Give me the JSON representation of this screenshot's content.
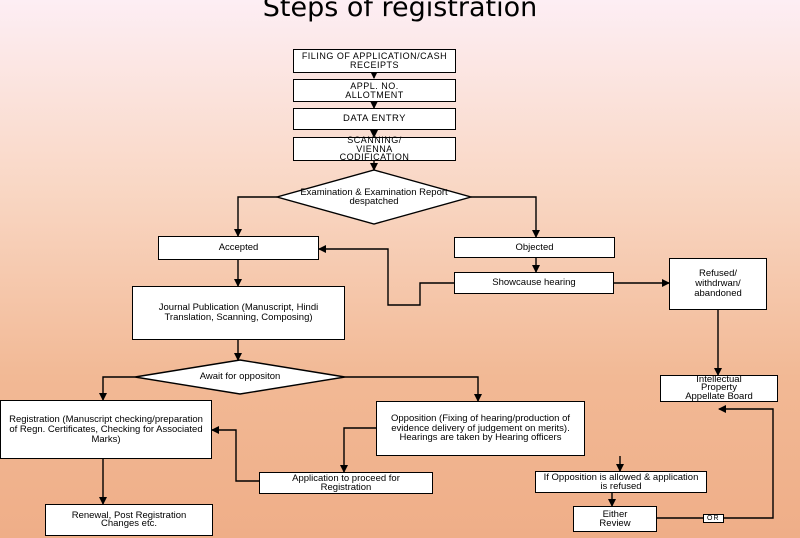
{
  "title": "Steps of registration",
  "nodes": {
    "filing": "FILING OF APPLICATION/CASH RECEIPTS",
    "allotment": "APPL. NO. ALLOTMENT",
    "data_entry": "DATA ENTRY",
    "scanning": "SCANNING/ VIENNA CODIFICATION",
    "examination": "Examination & Examination Report despatched",
    "accepted": "Accepted",
    "objected": "Objected",
    "show_cause": "Showcause hearing",
    "refused": "Refused/ withdrwan/ abandoned",
    "journal": "Journal Publication (Manuscript, Hindi Translation, Scanning, Composing)",
    "await": "Await for oppositon",
    "registration": "Registration (Manuscript checking/preparation of Regn. Certificates, Checking for Associated Marks)",
    "opposition": "Opposition (Fixing of hearing/production of evidence delivery of judgement on merits). Hearings are taken by Hearing officers",
    "ipab": "Intellectual Property Appellate Board",
    "proceed": "Application to proceed for Registration",
    "allowed": "If Opposition is allowed & application is refused",
    "renewal": "Renewal, Post Registration Changes etc.",
    "review": "Either Review",
    "or": "OR"
  }
}
